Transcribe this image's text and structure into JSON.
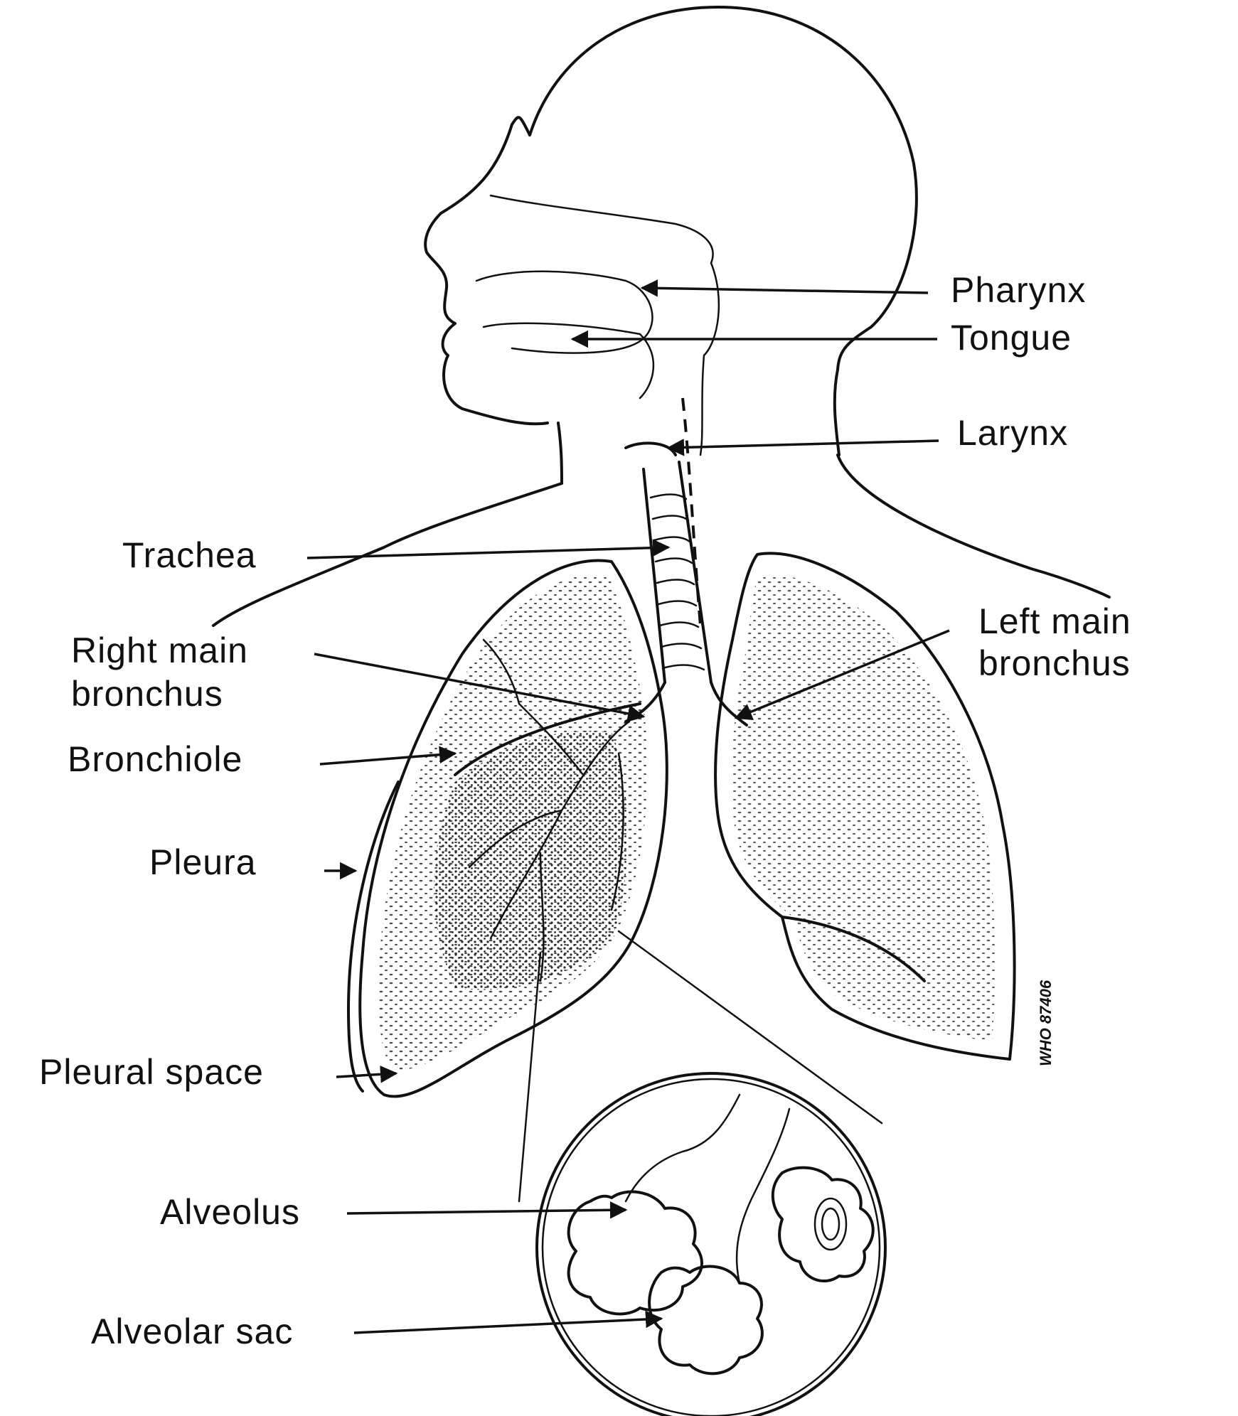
{
  "labels": {
    "pharynx": "Pharynx",
    "tongue": "Tongue",
    "larynx": "Larynx",
    "trachea": "Trachea",
    "right_main_bronchus_line1": "Right main",
    "right_main_bronchus_line2": "bronchus",
    "left_main_bronchus_line1": "Left main",
    "left_main_bronchus_line2": "bronchus",
    "bronchiole": "Bronchiole",
    "pleura": "Pleura",
    "pleural_space": "Pleural space",
    "alveolus": "Alveolus",
    "alveolar_sac": "Alveolar sac"
  },
  "figure_code": "WHO 87406",
  "colors": {
    "ink": "#111111",
    "background": "#ffffff"
  }
}
